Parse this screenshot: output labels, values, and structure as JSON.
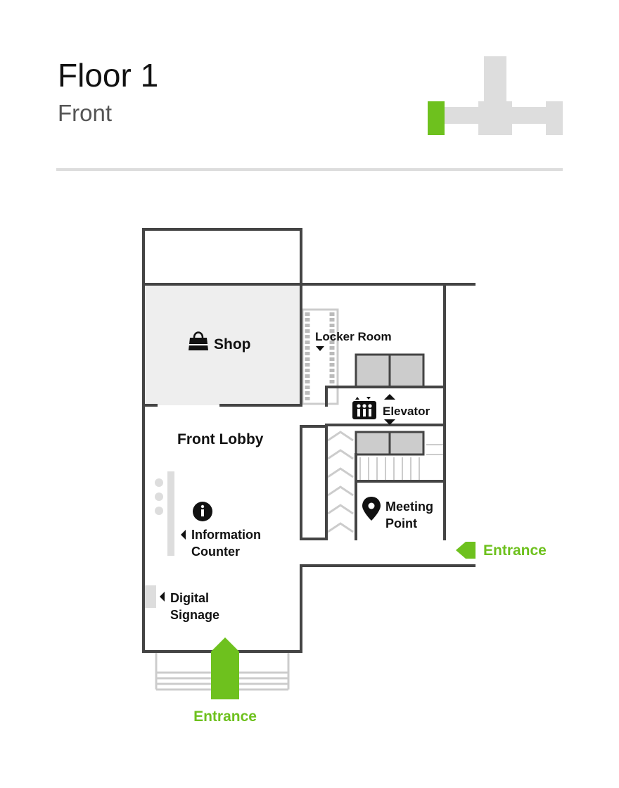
{
  "header": {
    "title": "Floor 1",
    "subtitle": "Front"
  },
  "rooms": {
    "shop": "Shop",
    "locker_room": "Locker Room",
    "elevator": "Elevator",
    "front_lobby": "Front Lobby",
    "meeting_point_line1": "Meeting",
    "meeting_point_line2": "Point",
    "information_line1": "Information",
    "information_line2": "Counter",
    "signage_line1": "Digital",
    "signage_line2": "Signage"
  },
  "entrances": {
    "east": "Entrance",
    "south": "Entrance"
  },
  "colors": {
    "accent": "#6ec11e",
    "wall": "#444444",
    "room_fill": "#eeeeee",
    "minimap": "#dddddd",
    "elevator_car": "#cccccc"
  },
  "icons": {
    "shop": "shopping-bag-icon",
    "elevator": "elevator-people-icon",
    "information": "info-circle-icon",
    "meeting_point": "location-pin-icon"
  }
}
